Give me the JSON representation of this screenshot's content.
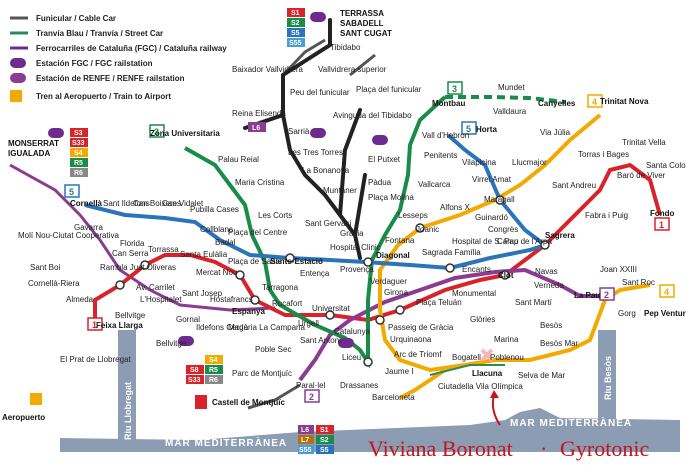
{
  "legend": {
    "items": [
      {
        "label": "Funicular / Cable Car"
      },
      {
        "label": "Tranvía Blau / Tranvía / Street Car"
      },
      {
        "label": "Ferrocarriles de Cataluña (FGC) / Cataluña railway"
      },
      {
        "label": "Estación FGC / FGC railstation"
      },
      {
        "label": "Estación de RENFE / RENFE railstation"
      },
      {
        "label": "Tren al Aeropuerto / Train to Airport"
      }
    ]
  },
  "fgc_badges": {
    "top": [
      "S1",
      "S2",
      "S5",
      "S55"
    ],
    "west": [
      "S3",
      "S33",
      "S4",
      "R5",
      "R6"
    ],
    "center": [
      "S4",
      "S8",
      "S33",
      "R5",
      "R6"
    ],
    "bottom": [
      "L6",
      "L7",
      "S1",
      "S2",
      "S5",
      "S55"
    ],
    "sarria": "L6"
  },
  "line_numbers": {
    "l1": "1",
    "l2": "2",
    "l3": "3",
    "l4": "4",
    "l5": "5"
  },
  "places": {
    "terrassa": "TERRASSA",
    "sabadell": "SABADELL",
    "sant_cugat": "SANT CUGAT",
    "monserrat": "MONSERRAT",
    "igualada": "IGUALADA"
  },
  "stations": {
    "tibidabo": "Tibidabo",
    "baixador": "Baixador Vallvidrera",
    "vallvidrera_sup": "Vallvidrera superior",
    "peu_funicular": "Peu del funicular",
    "placa_funicular": "Plaça del funicular",
    "reina_elisenda": "Reina Elisenda",
    "sarria": "Sarrià",
    "tres_torres": "Les Tres Torres",
    "bonanova": "La Bonanova",
    "muntaner": "Muntaner",
    "av_tibidabo": "Avinguda del Tibidabo",
    "sant_gervasi": "Sant Gervasi",
    "putxet": "El Putxet",
    "padua": "Pàdua",
    "placa_molina": "Plaça Molina",
    "gracia": "Gràcia",
    "zona_universitaria": "Zona Universitaria",
    "palau_reial": "Palau Reial",
    "maria_cristina": "Maria Cristina",
    "les_corts": "Les Corts",
    "placa_centre": "Plaça del Centre",
    "sants_estacio": "Sants-Estació",
    "hospital_clinic": "Hospital Clinic",
    "entenca": "Entença",
    "provenca": "Provença",
    "diagonal": "Diagonal",
    "fontana": "Fontana",
    "lesseps": "Lesseps",
    "vallcarca": "Vallcarca",
    "penitents": "Penitents",
    "vall_hebron": "Vall d'Hebron",
    "montbau": "Montbau",
    "mundet": "Mundet",
    "valldaura": "Valldaura",
    "canyelles": "Canyelles",
    "trinitat_nova": "Trinitat Nova",
    "horta": "Horta",
    "via_julia": "Via Júlia",
    "vilapicina": "Vilapicina",
    "llucmajor": "Llucmajor",
    "virrei_amat": "Virrei Amat",
    "maragall": "Maragall",
    "torras_bages": "Torras i Bages",
    "trinitat_vella": "Trinitat Vella",
    "baro_viver": "Baró de Viver",
    "santa_coloma": "Santa Coloma",
    "sant_andreu": "Sant Andreu",
    "fabra_puig": "Fabra i Puig",
    "fondo": "Fondo",
    "alfons_x": "Alfons X",
    "joanic": "Joanic",
    "guinardo": "Guinardó",
    "congres": "Congrès",
    "hospital_sant_pau": "Hospital de S. Pau",
    "camp_arpa": "Camp de l'Arpa",
    "sagrera": "Sagrera",
    "navas": "Navas",
    "sagrada_familia": "Sagrada Família",
    "encants": "Encants",
    "clot": "Clot",
    "verdaguer": "Verdaguer",
    "girona": "Girona",
    "placa_teluan": "Plaça Teluán",
    "monumental": "Monumental",
    "verneda": "Verneda",
    "la_pau": "La Pau",
    "sant_marti": "Sant Martí",
    "joan_xxiii": "Joan XXIII",
    "sant_roc": "Sant Roc",
    "gorg": "Gorg",
    "pep_ventura": "Pep Ventura",
    "besos": "Besòs",
    "besos_mar": "Besòs Mar",
    "marina": "Marina",
    "glories": "Glòries",
    "passeig_gracia": "Passeig de Gràcia",
    "urquinaona": "Urquinaona",
    "arc_triomf": "Arc de Triomf",
    "bogatell": "Bogatell",
    "poblenou": "Poblenou",
    "llacuna": "Llacuna",
    "selva_mar": "Selva de Mar",
    "ciutadella": "Ciutadella Vila Olímpica",
    "jaume_i": "Jaume I",
    "barceloneta": "Barceloneta",
    "liceu": "Liceu",
    "catalunya": "Catalunya",
    "universitat": "Universitat",
    "urgell": "Urgell",
    "sant_antoni": "Sant Antoni",
    "rocafort": "Rocafort",
    "tarragona": "Tarragona",
    "espanya": "Espanya",
    "poble_sec": "Poble Sec",
    "paral_lel": "Paral·lel",
    "drassanes": "Drassanes",
    "parc_montjuic": "Parc de Montjuïc",
    "castell_montjuic": "Castell de Montjuïc",
    "magoria": "Magòria La Campana",
    "ildefons_cerda": "Ildefons Cerdà",
    "hostafrancs": "Hostafrancs",
    "placa_sants": "Plaça de Sants",
    "mercat_nou": "Mercat Nou",
    "badal": "Badal",
    "collblanc": "Collblanc",
    "pubilla_cases": "Pubilla Cases",
    "can_vidalet": "Can Vidalet",
    "can_boixeres": "Can Boixeres",
    "sant_ildefons": "Sant Ildefons",
    "gavarra": "Gavarra",
    "cornella": "Cornellà",
    "molí_nou": "Molí Nou-Ciutat Cooperativa",
    "sant_boi": "Sant Boi",
    "cornella_riera": "Cornellà-Riera",
    "almeda": "Almeda",
    "feixa_llarga": "Feixa Llarga",
    "bellvitge_l1": "Bellvitge",
    "av_carrilet": "Av. Carrilet",
    "hospitalet": "L'Hospitalet",
    "sant_josep": "Sant Josep",
    "gornal": "Gornal",
    "bellvitge_r": "Bellvitge",
    "can_serra": "Can Serra",
    "florida": "Florida",
    "torrassa": "Torrassa",
    "santa_eulalia": "Santa Eulàlia",
    "rambla_just_oliveras": "Rambla Just Oliveras",
    "prat": "El Prat de Llobregat",
    "aeropuerto": "Aeropuerto"
  },
  "sea": {
    "west": "MAR MEDITERRÀNEA",
    "east": "MAR MEDITERRÀNEA"
  },
  "rivers": {
    "llobregat": "Riu Llobregat",
    "besos": "Riu Besòs"
  },
  "watermark": {
    "name": "Viviana Boronat",
    "sep": "·",
    "brand": "Gyrotonic"
  },
  "colors": {
    "l1": "#d8232a",
    "l2": "#8a3c91",
    "l3": "#1a8c4a",
    "l4": "#f2a900",
    "l5": "#2b74b9",
    "fgc": "#6b2c8e",
    "tram": "#2f8a5a",
    "funicular": "#555555",
    "sea": "#8c9db3",
    "wm": "#c4141b"
  }
}
